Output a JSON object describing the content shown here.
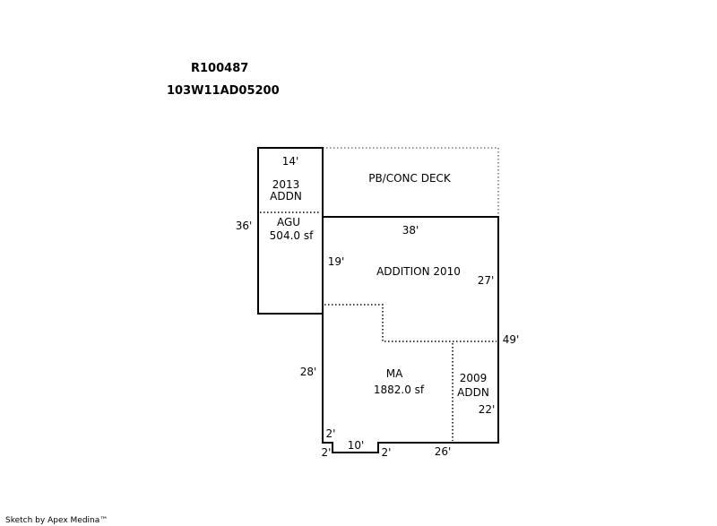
{
  "header": {
    "account": "R100487",
    "map_tax_lot": "103W11AD05200"
  },
  "areas": {
    "addn_2013": {
      "line1": "2013",
      "line2": "ADDN"
    },
    "agu": {
      "name": "AGU",
      "area": "504.0 sf"
    },
    "deck": {
      "name": "PB/CONC DECK"
    },
    "addition_2010": {
      "name": "ADDITION 2010"
    },
    "ma": {
      "name": "MA",
      "area": "1882.0 sf"
    },
    "addn_2009": {
      "line1": "2009",
      "line2": "ADDN"
    }
  },
  "dimensions": {
    "d14": "14'",
    "d36": "36'",
    "d38": "38'",
    "d19": "19'",
    "d27": "27'",
    "d49": "49'",
    "d28": "28'",
    "d22": "22'",
    "d2_upper": "2'",
    "d2_left": "2'",
    "d10": "10'",
    "d2_right": "2'",
    "d26": "26'"
  },
  "footer": {
    "credit": "Sketch by Apex Medina™"
  }
}
